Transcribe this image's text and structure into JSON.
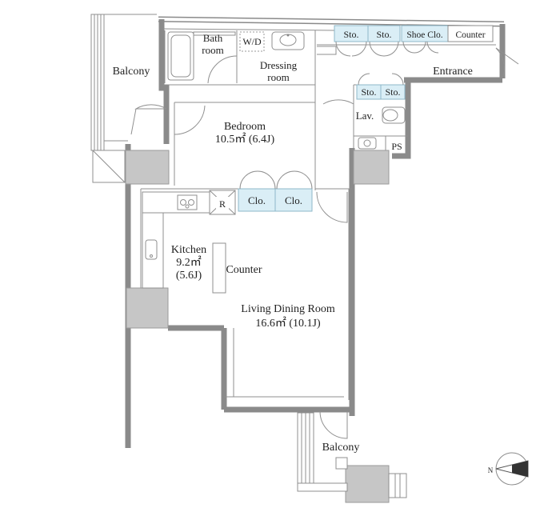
{
  "labels": {
    "bathroom_1": "Bath",
    "bathroom_2": "room",
    "wd": "W/D",
    "dressing_1": "Dressing",
    "dressing_2": "room",
    "sto1": "Sto.",
    "sto2": "Sto.",
    "shoe_clo": "Shoe Clo.",
    "counter_entrance": "Counter",
    "entrance": "Entrance",
    "sto3": "Sto.",
    "sto4": "Sto.",
    "lav": "Lav.",
    "ps": "PS",
    "balcony_west": "Balcony",
    "bedroom_name": "Bedroom",
    "bedroom_area": "10.5㎡ (6.4J)",
    "fridge": "R",
    "clo1": "Clo.",
    "clo2": "Clo.",
    "kitchen_name": "Kitchen",
    "kitchen_area": "9.2㎡",
    "kitchen_j": "(5.6J)",
    "kitchen_counter": "Counter",
    "ldr_name": "Living Dining Room",
    "ldr_area": "16.6㎡ (10.1J)",
    "balcony_south": "Balcony",
    "compass": "N"
  },
  "colors": {
    "storage_fill": "#daeef6",
    "wall": "#8a8a8a",
    "column": "#c6c6c6"
  }
}
